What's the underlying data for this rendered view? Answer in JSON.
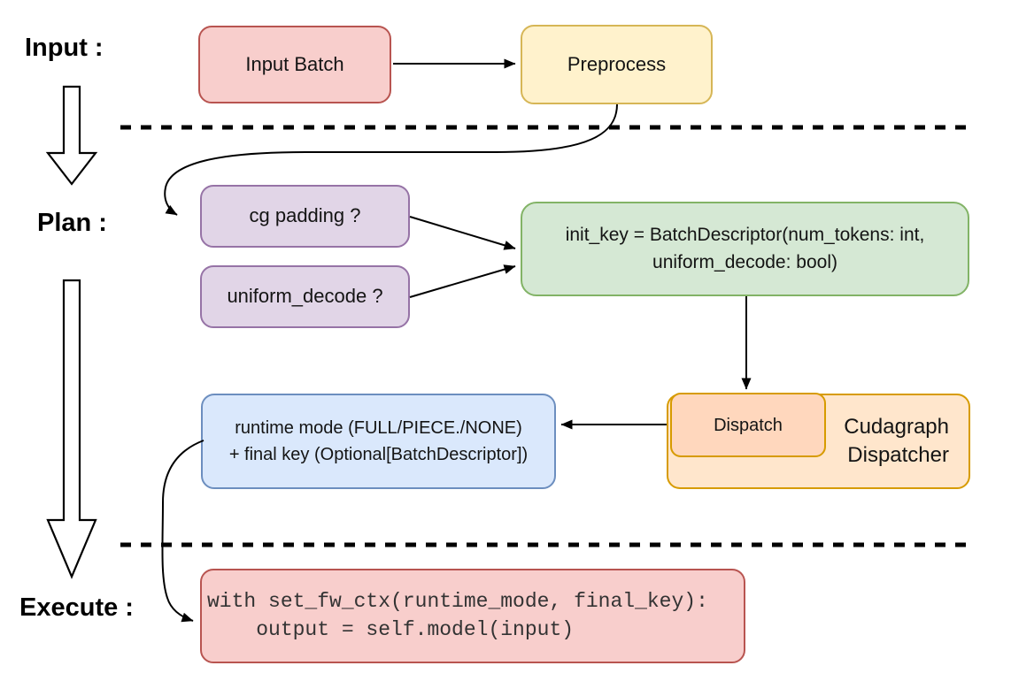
{
  "stages": {
    "input": "Input :",
    "plan": "Plan :",
    "execute": "Execute :"
  },
  "nodes": {
    "input_batch": {
      "label": "Input Batch"
    },
    "preprocess": {
      "label": "Preprocess"
    },
    "cg_padding": {
      "label": "cg padding ?"
    },
    "uniform_decode": {
      "label": "uniform_decode ?"
    },
    "init_key": {
      "line1": "init_key = BatchDescriptor(num_tokens: int,",
      "line2": "uniform_decode: bool)"
    },
    "dispatch": {
      "label": "Dispatch"
    },
    "cudagraph_dispatcher": {
      "line1": "Cudagraph",
      "line2": "Dispatcher"
    },
    "runtime_result": {
      "line1": "runtime mode (FULL/PIECE./NONE)",
      "line2": "+ final key (Optional[BatchDescriptor])"
    },
    "execute_code": {
      "line1": "with set_fw_ctx(runtime_mode, final_key):",
      "line2": "    output = self.model(input)"
    }
  },
  "colors": {
    "red_fill": "#f8cecc",
    "red_stroke": "#b85450",
    "yellow_fill": "#fff2cc",
    "yellow_stroke": "#d6b656",
    "purple_fill": "#e1d5e7",
    "purple_stroke": "#9673a6",
    "green_fill": "#d5e8d4",
    "green_stroke": "#82b366",
    "orange_fill": "#ffe6cc",
    "orange_stroke": "#d79b00",
    "salmon_fill": "#ffd7bd",
    "blue_fill": "#dae8fc",
    "blue_stroke": "#6c8ebf",
    "connector": "#000000",
    "code_text": "#333333"
  }
}
